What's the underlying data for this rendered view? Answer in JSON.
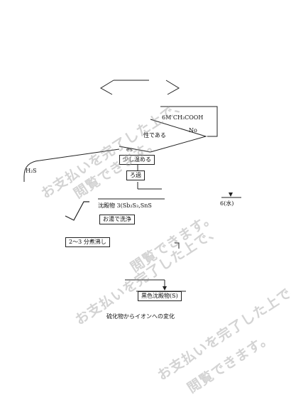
{
  "labels": {
    "reagent": "6M CH₃COOH",
    "no": "No",
    "acidic": "性である",
    "yes": "es",
    "warm": "少し温める",
    "filter": "ろ過",
    "h2s": "H₂S",
    "precipitate3": "沈殿物 3(Sb₂S₃,SnS",
    "water6": "6(水)",
    "hot_wash": "お湯で洗浄",
    "boil": "2～3 分煮沸し",
    "black_precipitate": "黒色沈殿物(S)",
    "caption": "硫化物からイオンへの変化"
  },
  "watermark": {
    "line1": "お支払いを完了した上で、",
    "line2": "閲覧できます。"
  },
  "colors": {
    "line": "#222222",
    "watermark": "#999999"
  }
}
